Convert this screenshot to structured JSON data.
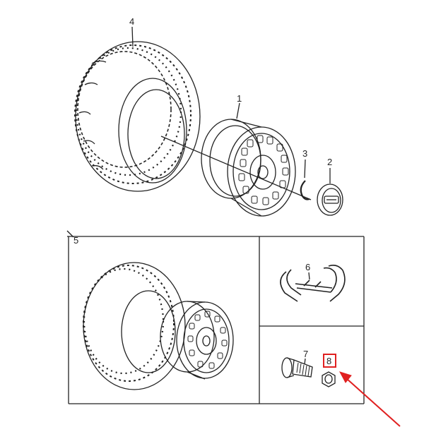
{
  "callouts": {
    "c1": "1",
    "c2": "2",
    "c3": "3",
    "c4": "4",
    "c5": "5",
    "c6": "6",
    "c7": "7",
    "c8": "8"
  },
  "colors": {
    "line": "#222222",
    "highlight": "#e02020"
  }
}
